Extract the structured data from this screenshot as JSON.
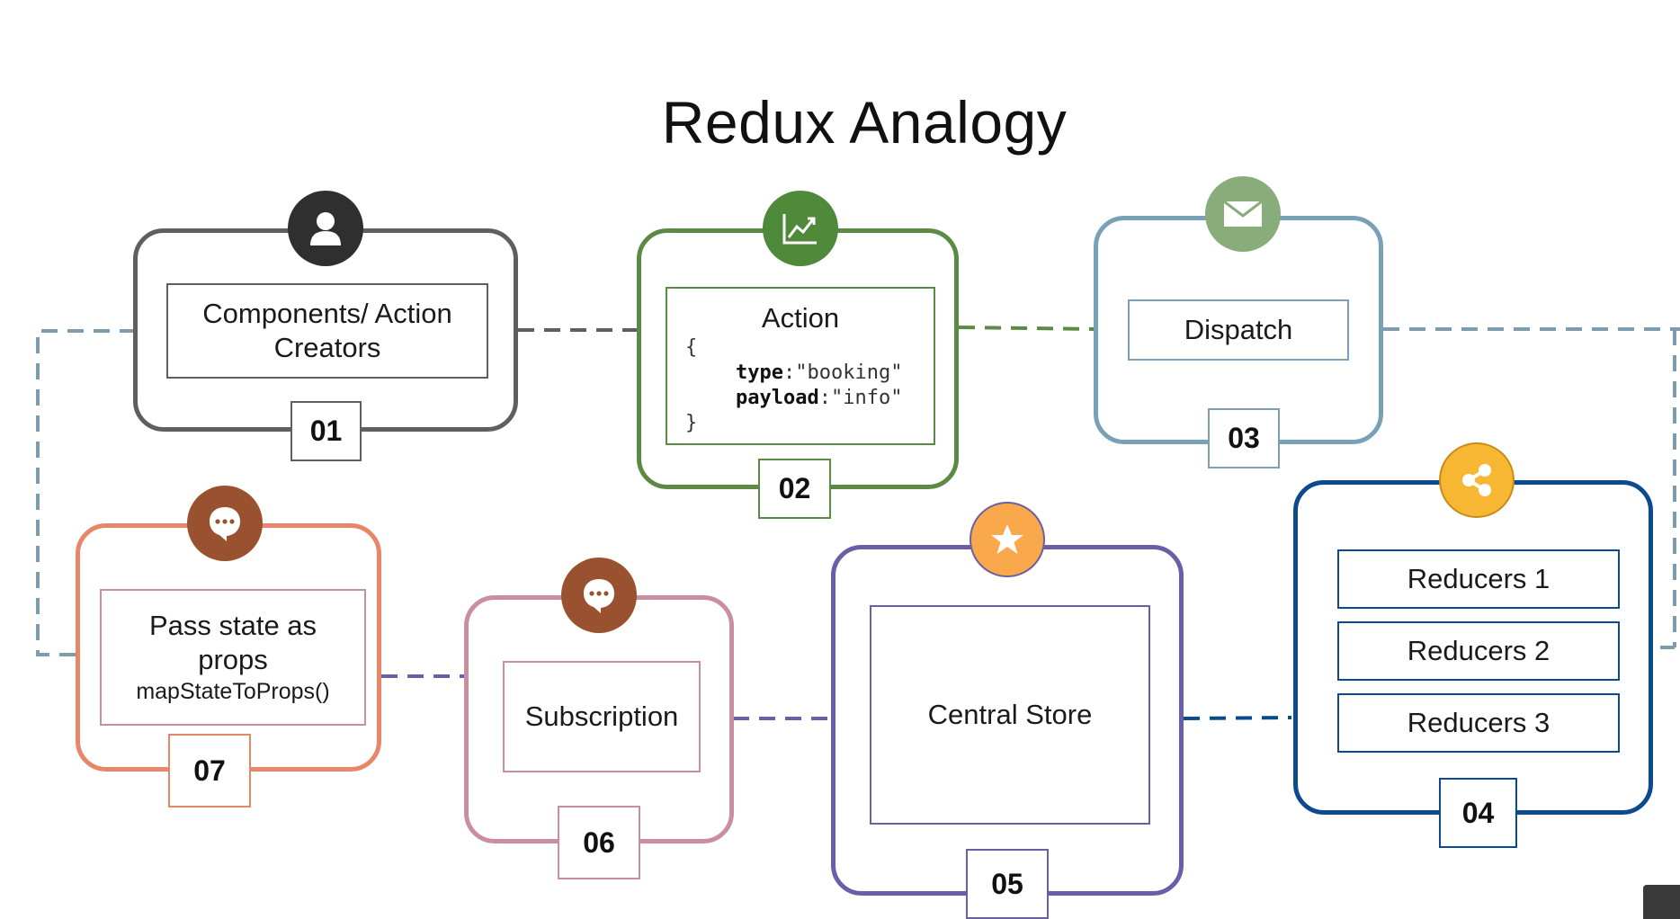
{
  "title": "Redux Analogy",
  "steps": [
    {
      "number": "01",
      "label": "Components/ Action Creators",
      "icon": "user-icon",
      "color": "#5f5f5f"
    },
    {
      "number": "02",
      "label": "Action",
      "icon": "chart-icon",
      "color": "#5b8a45",
      "code": {
        "open": "{",
        "type_key": "type",
        "type_value": "\"booking\"",
        "payload_key": "payload",
        "payload_value": "\"info\"",
        "close": "}"
      }
    },
    {
      "number": "03",
      "label": "Dispatch",
      "icon": "envelope-icon",
      "color": "#7aa0b8"
    },
    {
      "number": "04",
      "label": "",
      "icon": "share-icon",
      "color": "#0b4a8f",
      "items": [
        "Reducers 1",
        "Reducers 2",
        "Reducers 3"
      ]
    },
    {
      "number": "05",
      "label": "Central Store",
      "icon": "star-icon",
      "color": "#6b5ea8"
    },
    {
      "number": "06",
      "label": "Subscription",
      "icon": "speech-bubble-icon",
      "color": "#c98ea0"
    },
    {
      "number": "07",
      "label": "Pass state as props",
      "sublabel": "mapStateToProps()",
      "icon": "speech-bubble-icon",
      "color": "#e8866a"
    }
  ]
}
